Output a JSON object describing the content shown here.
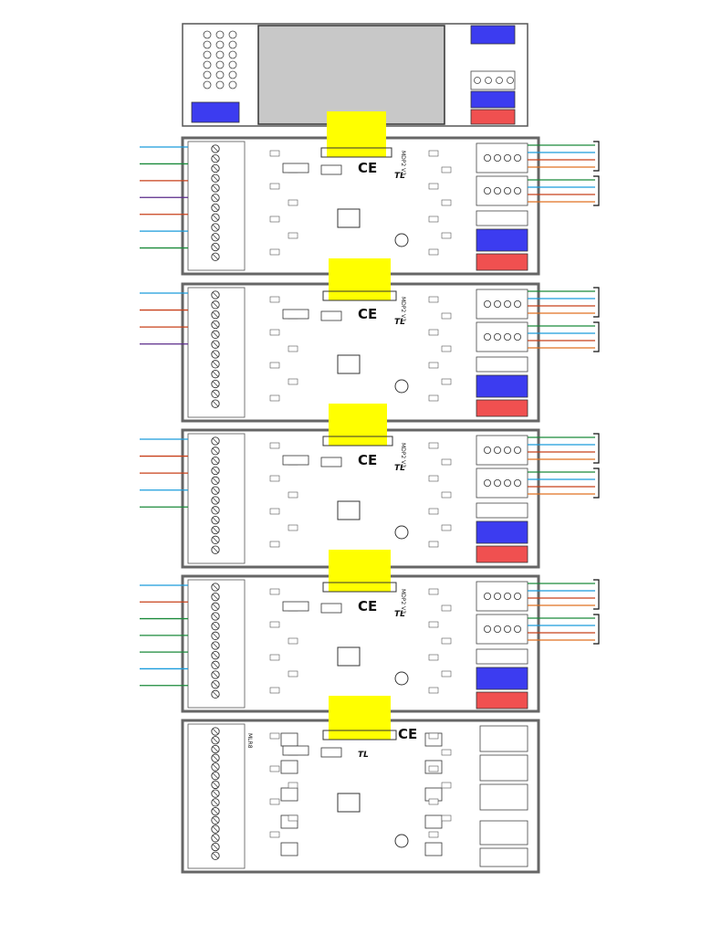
{
  "colors": {
    "board_fill": "#ffffff",
    "board_stroke": "#666666",
    "top_module_fill": "#c8c8c8",
    "connector_yellow": "#ffff00",
    "terminal_blue": "#3c3cf0",
    "terminal_red": "#f05050",
    "wire_blue": "#1a9cdc",
    "wire_green": "#1a8a3a",
    "wire_red": "#c8401a",
    "wire_purple": "#5a2a8a",
    "wire_orange": "#e07020"
  },
  "top_module": {
    "name": "controller-module"
  },
  "boards": [
    {
      "type": "mdp2",
      "ce_mark": "CE",
      "model": "MDP2 V3",
      "left_wires": [
        "blue",
        "green",
        "red",
        "purple",
        "red",
        "blue",
        "green"
      ],
      "right_wires": [
        "green",
        "blue",
        "red",
        "orange",
        "green",
        "blue",
        "red",
        "orange"
      ]
    },
    {
      "type": "mdp2",
      "ce_mark": "CE",
      "model": "MDP2 V3",
      "left_wires": [
        "blue",
        "red",
        "red",
        "purple"
      ],
      "right_wires": [
        "green",
        "blue",
        "red",
        "orange",
        "green",
        "blue",
        "red",
        "orange"
      ]
    },
    {
      "type": "mdp2",
      "ce_mark": "CE",
      "model": "MDP2 V3",
      "left_wires": [
        "blue",
        "red",
        "red",
        "blue",
        "green"
      ],
      "right_wires": [
        "green",
        "blue",
        "red",
        "orange",
        "green",
        "blue",
        "red",
        "orange"
      ]
    },
    {
      "type": "mdp2",
      "ce_mark": "CE",
      "model": "MDP2 V3",
      "left_wires": [
        "blue",
        "red",
        "green",
        "green",
        "green",
        "blue",
        "green"
      ],
      "right_wires": [
        "green",
        "blue",
        "red",
        "orange",
        "green",
        "blue",
        "red",
        "orange"
      ]
    },
    {
      "type": "relay",
      "ce_mark": "CE",
      "model": "MLR8"
    }
  ]
}
